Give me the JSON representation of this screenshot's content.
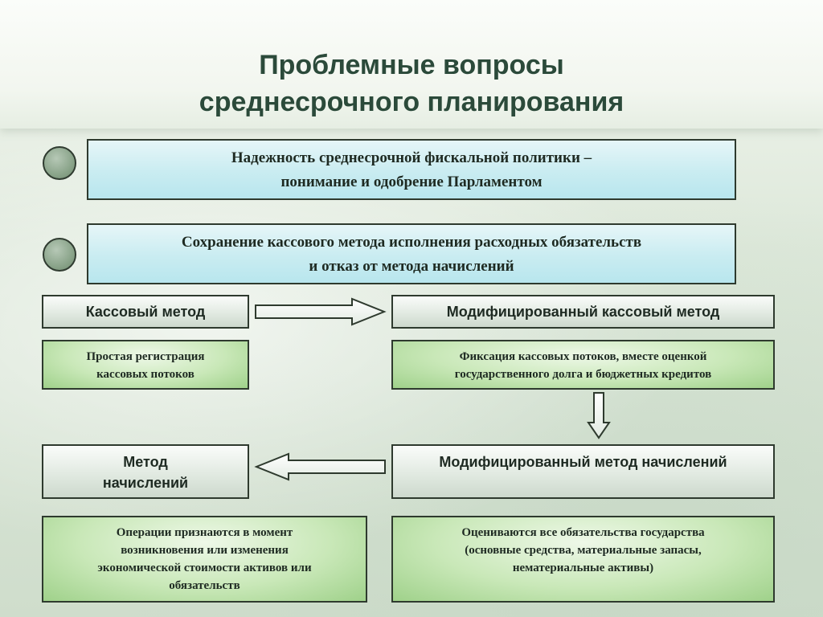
{
  "title": {
    "line1": "Проблемные вопросы",
    "line2": "среднесрочного планирования"
  },
  "points": [
    {
      "line1": "Надежность среднесрочной фискальной политики –",
      "line2": "понимание и одобрение Парламентом"
    },
    {
      "line1": "Сохранение кассового метода исполнения расходных обязательств",
      "line2": "и отказ от метода начислений"
    }
  ],
  "methods": {
    "cash": {
      "label": "Кассовый метод"
    },
    "modified_cash": {
      "label": "Модифицированный кассовый метод"
    },
    "accrual": {
      "line1": "Метод",
      "line2": "начислений"
    },
    "modified_accrual": {
      "label": "Модифицированный метод начислений"
    }
  },
  "descriptions": {
    "cash": {
      "line1": "Простая регистрация",
      "line2": "кассовых потоков"
    },
    "modified_cash": {
      "line1": "Фиксация кассовых потоков, вместе оценкой",
      "line2": "государственного долга и бюджетных кредитов"
    },
    "accrual": {
      "line1": "Операции признаются в момент",
      "line2": "возникновения или изменения",
      "line3": "экономической стоимости активов или",
      "line4": "обязательств"
    },
    "modified_accrual": {
      "line1": "Оцениваются все обязательства государства",
      "line2": "(основные средства, материальные запасы,",
      "line3": "нематериальные активы)"
    }
  },
  "colors": {
    "title": "#2b4a3a",
    "box_border": "#2e3a2e",
    "point_fill": "#c9ecf1",
    "method_fill": "#dfe8df",
    "description_fill": "#c9e8b8"
  }
}
